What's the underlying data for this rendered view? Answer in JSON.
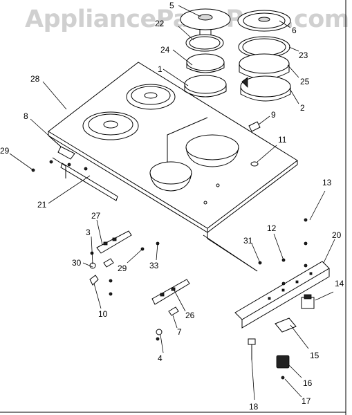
{
  "watermark": "AppliancePartsPros.com",
  "callouts": [
    "5",
    "22",
    "24",
    "1",
    "28",
    "8",
    "29",
    "21",
    "27",
    "3",
    "30",
    "10",
    "29",
    "33",
    "26",
    "7",
    "4",
    "6",
    "23",
    "25",
    "2",
    "9",
    "11",
    "13",
    "12",
    "31",
    "20",
    "14",
    "15",
    "16",
    "17",
    "18"
  ]
}
